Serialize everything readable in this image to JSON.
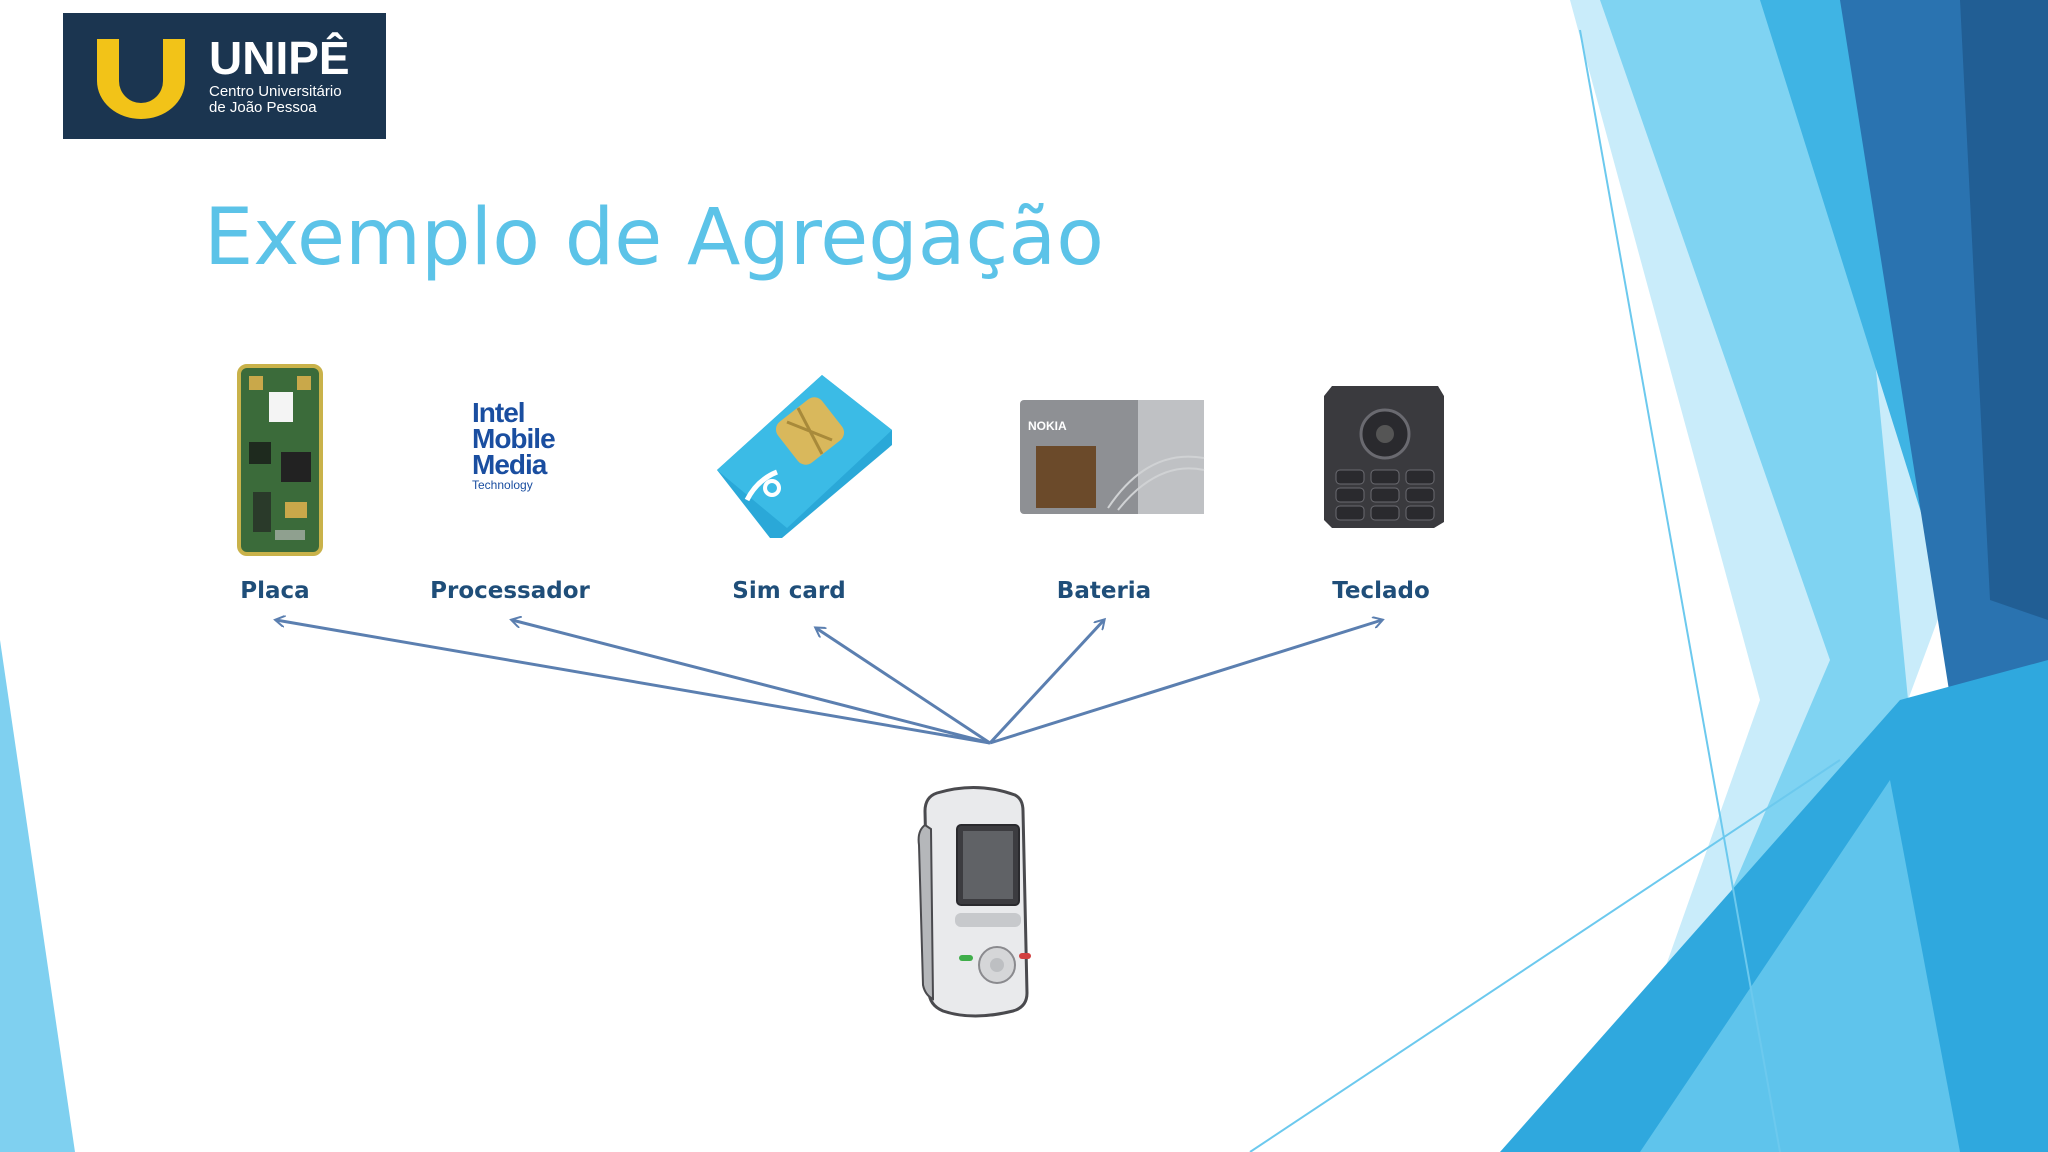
{
  "logo": {
    "name": "UNIPÊ",
    "subtitle_line1": "Centro Universitário",
    "subtitle_line2": "de João Pessoa"
  },
  "title": "Exemplo de Agregação",
  "components": [
    {
      "label": "Placa"
    },
    {
      "label": "Processador"
    },
    {
      "label": "Sim card"
    },
    {
      "label": "Bateria"
    },
    {
      "label": "Teclado"
    }
  ],
  "processor_logo": {
    "line1": "Intel",
    "line2": "Mobile",
    "line3": "Media",
    "line4": "Technology"
  },
  "battery_brand": "NOKIA",
  "colors": {
    "title": "#5cc3e8",
    "label": "#1f4e79",
    "arrow": "#5b7fb0",
    "logo_bg": "#1b3550",
    "logo_accent": "#f2c318"
  }
}
